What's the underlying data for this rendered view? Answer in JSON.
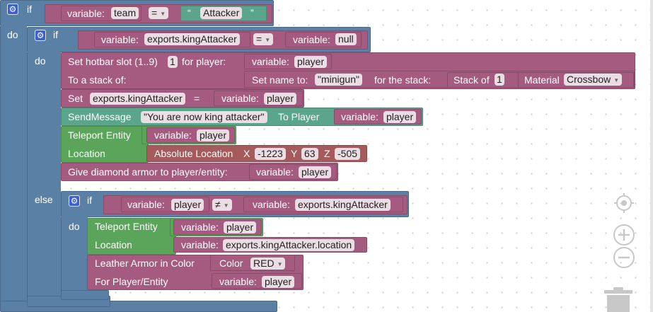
{
  "kw": {
    "if": "if",
    "do": "do",
    "else": "else"
  },
  "icons": {
    "gear": "gear-icon",
    "target": "crosshair-icon",
    "zoom_in": "plus-icon",
    "zoom_out": "minus-icon",
    "trash": "trash-icon"
  },
  "block1": {
    "var_label": "variable:",
    "var_name": "team",
    "op": "=",
    "quote_open": "“",
    "str": "Attacker",
    "quote_close": "”"
  },
  "block2": {
    "var_label": "variable:",
    "var_name": "exports.kingAttacker",
    "op": "=",
    "var2_label": "variable:",
    "var2_name": "null"
  },
  "hotbar": {
    "label": "Set hotbar slot (1..9)",
    "slot": "1",
    "for_player": "for player:",
    "var_label": "variable:",
    "var_name": "player",
    "stack_label": "To a stack of:",
    "setname": "Set name to:",
    "name_val": "\"minigun\"",
    "for_stack": "for the stack:",
    "stack_of": "Stack of",
    "stack_num": "1",
    "material": "Material",
    "material_val": "Crossbow"
  },
  "setvar": {
    "set": "Set",
    "var": "exports.kingAttacker",
    "eq": "=",
    "var_label": "variable:",
    "var_name": "player"
  },
  "sendmsg": {
    "label": "SendMessage",
    "msg": "\"You are now king attacker\"",
    "to_player": "To Player",
    "var_label": "variable:",
    "var_name": "player"
  },
  "teleport1": {
    "label": "Teleport Entity",
    "var_label": "variable:",
    "var_name": "player",
    "location": "Location",
    "abs_loc": "Absolute Location",
    "x": "X",
    "x_val": "-1223",
    "y": "Y",
    "y_val": "63",
    "z": "Z",
    "z_val": "-505"
  },
  "diamond": {
    "label": "Give diamond armor to player/entity:",
    "var_label": "variable:",
    "var_name": "player"
  },
  "block3": {
    "var_label": "variable:",
    "var_name": "player",
    "op": "≠",
    "var2_label": "variable:",
    "var2_name": "exports.kingAttacker"
  },
  "teleport2": {
    "label": "Teleport Entity",
    "var_label": "variable:",
    "var_name": "player",
    "location": "Location",
    "loc_var_label": "variable:",
    "loc_var_name": "exports.kingAttacker.location"
  },
  "leather": {
    "label": "Leather Armor in Color",
    "color_label": "Color",
    "color_val": "RED",
    "for_label": "For Player/Entity",
    "var_label": "variable:",
    "var_name": "player"
  }
}
